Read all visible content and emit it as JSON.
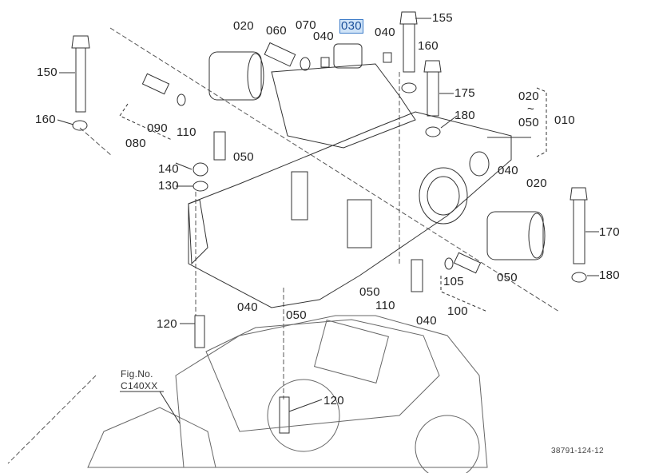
{
  "diagram": {
    "callouts": [
      {
        "id": "c1",
        "text": "020"
      },
      {
        "id": "c2",
        "text": "060"
      },
      {
        "id": "c3",
        "text": "070"
      },
      {
        "id": "c4",
        "text": "040"
      },
      {
        "id": "c5",
        "text": "030",
        "highlighted": true
      },
      {
        "id": "c6",
        "text": "040"
      },
      {
        "id": "c7",
        "text": "155"
      },
      {
        "id": "c8",
        "text": "160"
      },
      {
        "id": "c9",
        "text": "150"
      },
      {
        "id": "c10",
        "text": "175"
      },
      {
        "id": "c11",
        "text": "180"
      },
      {
        "id": "c12",
        "text": "160"
      },
      {
        "id": "c13",
        "text": "090"
      },
      {
        "id": "c14",
        "text": "080"
      },
      {
        "id": "c15",
        "text": "110"
      },
      {
        "id": "c16",
        "text": "050"
      },
      {
        "id": "c17",
        "text": "140"
      },
      {
        "id": "c18",
        "text": "130"
      },
      {
        "id": "c19",
        "text": "040"
      },
      {
        "id": "c20",
        "text": "020"
      },
      {
        "id": "c21",
        "text": "170"
      },
      {
        "id": "c22",
        "text": "180"
      },
      {
        "id": "c23",
        "text": "105"
      },
      {
        "id": "c24",
        "text": "050"
      },
      {
        "id": "c25",
        "text": "050"
      },
      {
        "id": "c26",
        "text": "110"
      },
      {
        "id": "c27",
        "text": "100"
      },
      {
        "id": "c28",
        "text": "040"
      },
      {
        "id": "c29",
        "text": "050"
      },
      {
        "id": "c30",
        "text": "040"
      },
      {
        "id": "c31",
        "text": "120"
      },
      {
        "id": "c32",
        "text": "120"
      }
    ],
    "assembly_range": {
      "from": "020",
      "tilde": "~",
      "to": "050",
      "assembly": "010"
    },
    "fig_ref": {
      "line1": "Fig.No.",
      "line2": "C140XX"
    },
    "drawing_number": "38791-124-12",
    "highlight_color": "#cfe3f7"
  }
}
